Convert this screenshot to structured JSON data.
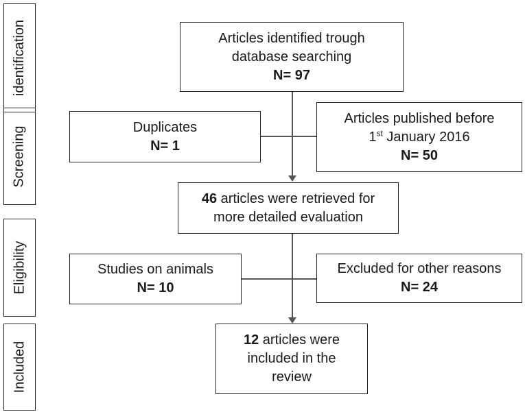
{
  "stages": {
    "identification": "identification",
    "screening": "Screening",
    "eligibility": "Eligibility",
    "included": "Included"
  },
  "boxes": {
    "identified": {
      "line1": "Articles identified trough",
      "line2": "database searching",
      "count": "N= 97"
    },
    "duplicates": {
      "label": "Duplicates",
      "count": "N= 1"
    },
    "before2016": {
      "line1": "Articles published before",
      "date_prefix": "1",
      "date_sup": "st",
      "date_rest": " January 2016",
      "count": "N= 50"
    },
    "retrieved": {
      "count": "46",
      "line1_rest": " articles were retrieved for",
      "line2": "more detailed evaluation"
    },
    "animals": {
      "label": "Studies on animals",
      "count": "N= 10"
    },
    "other": {
      "label": "Excluded for other reasons",
      "count": "N= 24"
    },
    "included": {
      "count": "12",
      "line1_rest": " articles were",
      "line2": "included in the",
      "line3": "review"
    }
  }
}
